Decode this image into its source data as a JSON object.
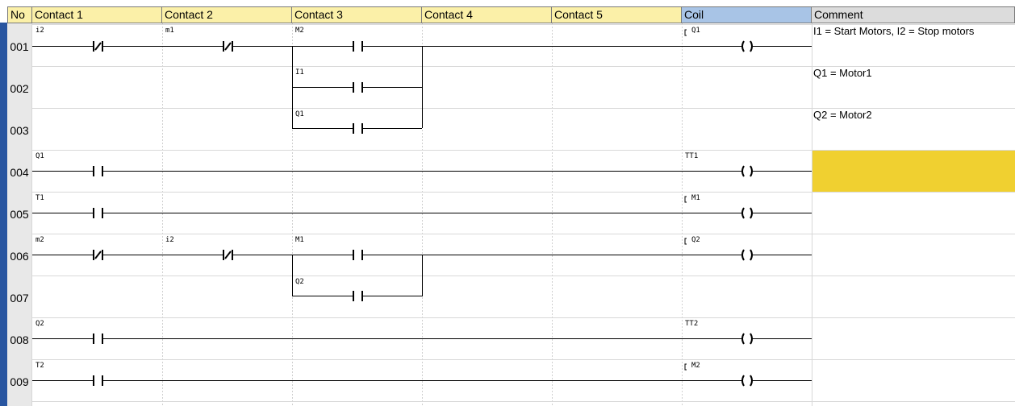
{
  "headers": {
    "no": "No",
    "c1": "Contact 1",
    "c2": "Contact 2",
    "c3": "Contact 3",
    "c4": "Contact 4",
    "c5": "Contact 5",
    "coil": "Coil",
    "comment": "Comment"
  },
  "rows": [
    "001",
    "002",
    "003",
    "004",
    "005",
    "006",
    "007",
    "008",
    "009"
  ],
  "labels": {
    "r1": {
      "c1": "i2",
      "c2": "m1",
      "c3": "M2",
      "coil": "Q1"
    },
    "r2": {
      "c3": "I1"
    },
    "r3": {
      "c3": "Q1"
    },
    "r4": {
      "c1": "Q1",
      "coil": "TT1"
    },
    "r5": {
      "c1": "T1",
      "coil": "M1"
    },
    "r6": {
      "c1": "m2",
      "c2": "i2",
      "c3": "M1",
      "coil": "Q2"
    },
    "r7": {
      "c3": "Q2"
    },
    "r8": {
      "c1": "Q2",
      "coil": "TT2"
    },
    "r9": {
      "c1": "T2",
      "coil": "M2"
    }
  },
  "comments": {
    "r1": "I1 = Start Motors, I2 = Stop motors",
    "r2": "Q1 = Motor1",
    "r3": "Q2 = Motor2",
    "r4": ""
  },
  "colors": {
    "header": "#fbf0a8",
    "coil_header": "#a8c4e6",
    "comment_header": "#dcdcdc",
    "rail": "#2855a0",
    "selected_comment": "#f0d030"
  }
}
